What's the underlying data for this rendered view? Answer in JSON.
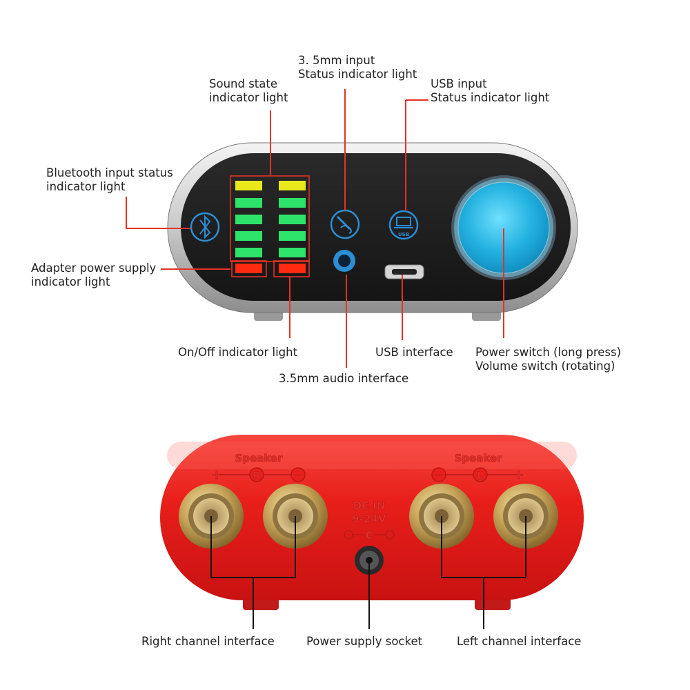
{
  "labels": {
    "sound_state": [
      "Sound state",
      "indicator light"
    ],
    "input_35mm_status": [
      "3. 5mm input",
      "Status indicator light"
    ],
    "usb_input_status": [
      "USB input",
      "Status indicator light"
    ],
    "bluetooth_status": [
      "Bluetooth input status",
      "indicator light"
    ],
    "adapter_power": [
      "Adapter power supply",
      "indicator light"
    ],
    "onoff": "On/Off indicator light",
    "audio_35mm_interface": "3.5mm audio interface",
    "usb_interface": "USB interface",
    "power_volume": [
      "Power switch (long press)",
      "Volume switch (rotating)"
    ],
    "right_channel": "Right channel interface",
    "power_socket": "Power supply socket",
    "left_channel": "Left channel interface"
  },
  "panel_print": {
    "usb_badge": "USB",
    "speaker_left_block": "Speaker",
    "speaker_right_block": "Speaker",
    "plus": "+",
    "minus": "−",
    "r": "R",
    "l": "L",
    "dc_in": "DC IN",
    "voltage": "9-24V",
    "c": "C"
  },
  "colors": {
    "leader": "#e53224",
    "black_leader": "#111111",
    "panel_red": "#e81f1a",
    "knob_blue": "#2bb8e3",
    "led_yellow": "#e8e81a",
    "led_green": "#2ee36a",
    "led_red": "#ff2a10",
    "brass": "#c9a75a"
  },
  "icons": [
    "bluetooth-icon",
    "audio-jack-icon",
    "usb-laptop-icon"
  ]
}
